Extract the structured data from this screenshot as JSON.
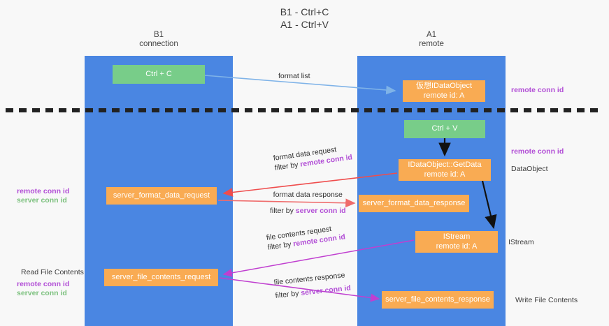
{
  "title": {
    "line1": "B1 - Ctrl+C",
    "line2": "A1 - Ctrl+V"
  },
  "lanes": [
    {
      "id": "b1",
      "name": "B1",
      "role": "connection",
      "color": "#4a86e2"
    },
    {
      "id": "a1",
      "name": "A1",
      "role": "remote",
      "color": "#4a86e2"
    }
  ],
  "nodes": {
    "ctrl_c": {
      "line1": "Ctrl + C",
      "line2": "",
      "color": "#78cd89"
    },
    "virtual_idataobject": {
      "line1": "仮想IDataObject",
      "line2": "remote id: A",
      "color": "#f9ab53"
    },
    "ctrl_v": {
      "line1": "Ctrl + V",
      "line2": "",
      "color": "#78cd89"
    },
    "getdata": {
      "line1": "IDataObject::GetData",
      "line2": "remote id: A",
      "color": "#f9ab53"
    },
    "server_format_data_request": {
      "line1": "server_format_data_request",
      "line2": "",
      "color": "#f9ab53"
    },
    "server_format_data_response": {
      "line1": "server_format_data_response",
      "line2": "",
      "color": "#f9ab53"
    },
    "istream": {
      "line1": "IStream",
      "line2": "remote id: A",
      "color": "#f9ab53"
    },
    "server_file_contents_request": {
      "line1": "server_file_contents_request",
      "line2": "",
      "color": "#f9ab53"
    },
    "server_file_contents_response": {
      "line1": "server_file_contents_response",
      "line2": "",
      "color": "#f9ab53"
    }
  },
  "edges": {
    "format_list": {
      "label": "format list",
      "color": "#7fb3e8"
    },
    "format_data_request": {
      "label": "format data request",
      "filter_prefix": "filter by ",
      "filter_key": "remote conn id",
      "color": "#ef4d4d"
    },
    "format_data_response": {
      "label": "format data response",
      "filter_prefix": "filter by ",
      "filter_key": "server conn id",
      "color": "#ef6b6b"
    },
    "file_contents_request": {
      "label": "file contents request",
      "filter_prefix": "filter by ",
      "filter_key": "remote conn id",
      "color": "#c03fd0"
    },
    "file_contents_response": {
      "label": "file contents response",
      "filter_prefix": "filter by ",
      "filter_key": "server conn id",
      "color": "#c03fd0"
    }
  },
  "annotations": {
    "remote_conn_id_top": "remote conn id",
    "remote_conn_id_mid": "remote conn id",
    "dataobject": "DataObject",
    "istream": "IStream",
    "write_file_contents": "Write File Contents",
    "read_file_contents": "Read File Contents",
    "left_remote_conn_id_1": "remote conn id",
    "left_server_conn_id_1": "server conn id",
    "left_remote_conn_id_2": "remote conn id",
    "left_server_conn_id_2": "server conn id"
  },
  "colors": {
    "lane": "#4a86e2",
    "green_node": "#78cd89",
    "orange_node": "#f9ab53",
    "purple_text": "#b24fd6",
    "green_text": "#7dc17f",
    "red_arrow": "#ef4d4d",
    "blue_arrow": "#7fb3e8",
    "magenta_arrow": "#c03fd0",
    "background": "#f8f8f8"
  }
}
